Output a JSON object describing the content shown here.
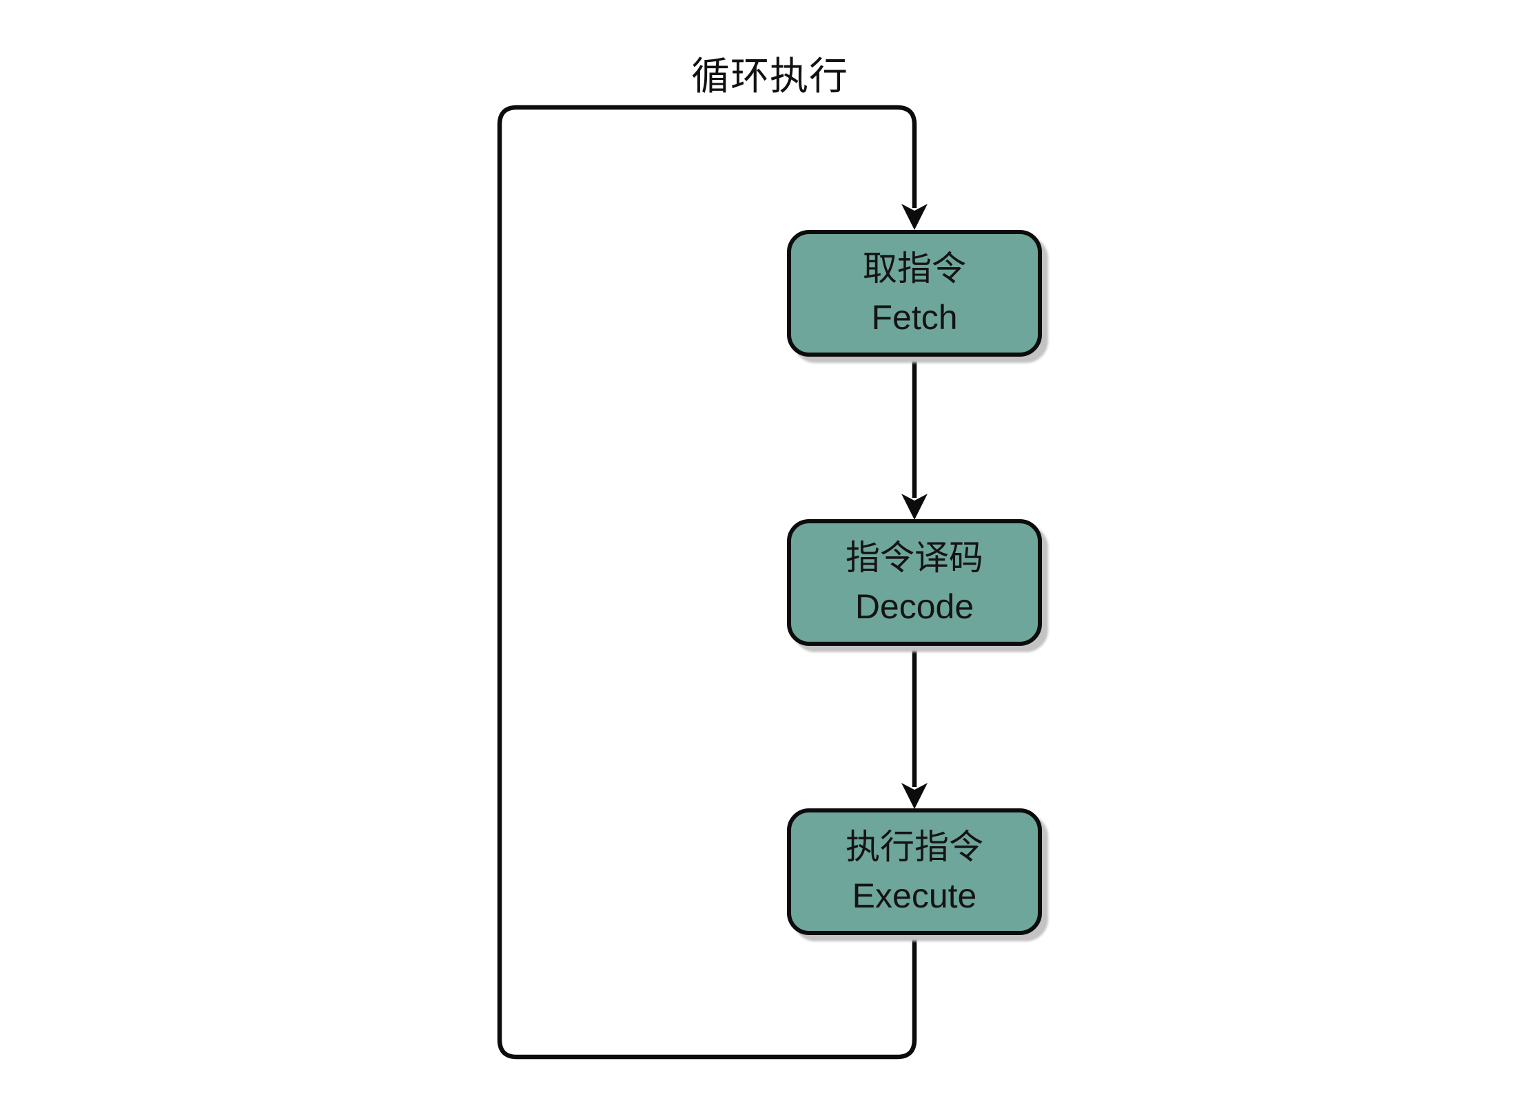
{
  "diagram": {
    "type": "flowchart",
    "title": "循环执行",
    "colors": {
      "background": "#ffffff",
      "node_fill": "#6FA69B",
      "node_border": "#0c0c0c",
      "edge_line": "#0c0c0c",
      "text": "#141414",
      "shadow": "#c3c3c3"
    },
    "nodes": [
      {
        "id": "fetch",
        "label_zh": "取指令",
        "label_en": "Fetch"
      },
      {
        "id": "decode",
        "label_zh": "指令译码",
        "label_en": "Decode"
      },
      {
        "id": "execute",
        "label_zh": "执行指令",
        "label_en": "Execute"
      }
    ],
    "edges": [
      {
        "from": "fetch",
        "to": "decode",
        "style": "straight-arrow"
      },
      {
        "from": "decode",
        "to": "execute",
        "style": "straight-arrow"
      },
      {
        "from": "execute",
        "to": "fetch",
        "style": "loop-back-arrow"
      }
    ]
  }
}
